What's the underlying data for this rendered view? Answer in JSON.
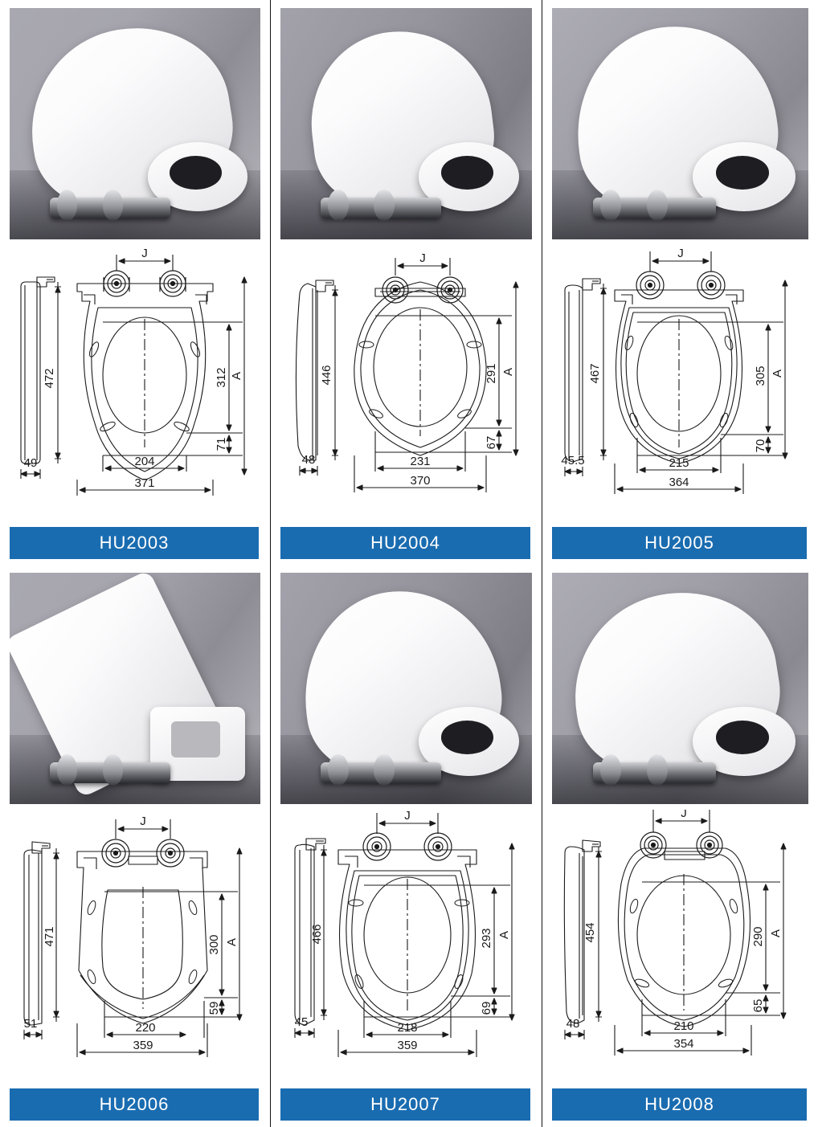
{
  "catalog": {
    "title": "Toilet Seat Model Specification Sheet",
    "dimension_note_labels": {
      "j": "J",
      "a": "A"
    },
    "products": [
      {
        "model": "HU2003",
        "shape": "oval",
        "photo_alt": "white soft-close toilet seat with lid raised, chrome hinges",
        "dims": {
          "side_height": "472",
          "side_thickness": "49",
          "total_length": "371",
          "bowl_width": "204",
          "bowl_length": "312",
          "hinge_offset": "71",
          "j": "J",
          "a": "A"
        }
      },
      {
        "model": "HU2004",
        "shape": "round",
        "photo_alt": "white round toilet seat with lid raised, chrome hinges",
        "dims": {
          "side_height": "446",
          "side_thickness": "48",
          "total_length": "370",
          "bowl_width": "231",
          "bowl_length": "291",
          "hinge_offset": "67",
          "j": "J",
          "a": "A"
        }
      },
      {
        "model": "HU2005",
        "shape": "dshape",
        "photo_alt": "white D-shape toilet seat with lid raised, chrome hinges",
        "dims": {
          "side_height": "467",
          "side_thickness": "45.5",
          "total_length": "364",
          "bowl_width": "215",
          "bowl_length": "305",
          "hinge_offset": "70",
          "j": "J",
          "a": "A"
        }
      },
      {
        "model": "HU2006",
        "shape": "square",
        "photo_alt": "white square toilet seat tilted with lid raised, metal hinge pins",
        "dims": {
          "side_height": "471",
          "side_thickness": "51",
          "total_length": "359",
          "bowl_width": "220",
          "bowl_length": "300",
          "hinge_offset": "59",
          "j": "J",
          "a": "A"
        }
      },
      {
        "model": "HU2007",
        "shape": "dshape",
        "photo_alt": "white D-shape toilet seat with lid raised, chrome hinges",
        "dims": {
          "side_height": "466",
          "side_thickness": "45",
          "total_length": "359",
          "bowl_width": "218",
          "bowl_length": "293",
          "hinge_offset": "69",
          "j": "J",
          "a": "A"
        }
      },
      {
        "model": "HU2008",
        "shape": "oval",
        "photo_alt": "white oval toilet seat with lid raised, chrome hinges",
        "dims": {
          "side_height": "454",
          "side_thickness": "48",
          "total_length": "354",
          "bowl_width": "210",
          "bowl_length": "290",
          "hinge_offset": "65",
          "j": "J",
          "a": "A"
        }
      }
    ],
    "colors": {
      "label_bar": "#1a6cb0",
      "label_text": "#ffffff",
      "divider": "#111111",
      "drawing_line": "#1a1a1a",
      "photo_bg": "#a6a5ae"
    }
  }
}
